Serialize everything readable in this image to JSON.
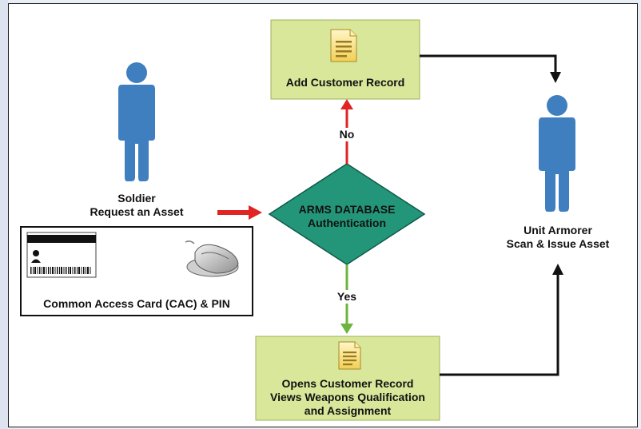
{
  "nodes": {
    "add_customer": "Add Customer Record",
    "auth_line1": "ARMS DATABASE",
    "auth_line2": "Authentication",
    "opens_line1": "Opens  Customer Record",
    "opens_line2": "Views Weapons Qualification",
    "opens_line3": "and Assignment"
  },
  "edges": {
    "no": "No",
    "yes": "Yes"
  },
  "actors": {
    "soldier_line1": "Soldier",
    "soldier_line2": "Request an Asset",
    "armorer_line1": "Unit Armorer",
    "armorer_line2": "Scan & Issue Asset"
  },
  "cac": {
    "caption": "Common Access Card (CAC) & PIN"
  },
  "colors": {
    "box_fill": "#d9e79a",
    "diamond_fill": "#23967a",
    "person": "#3f7fbf",
    "no_arrow": "#e02424",
    "yes_arrow": "#6db33f",
    "request_arrow": "#e02424"
  },
  "icons": [
    "document-icon",
    "person-icon",
    "id-card-icon",
    "card-reader-icon"
  ]
}
